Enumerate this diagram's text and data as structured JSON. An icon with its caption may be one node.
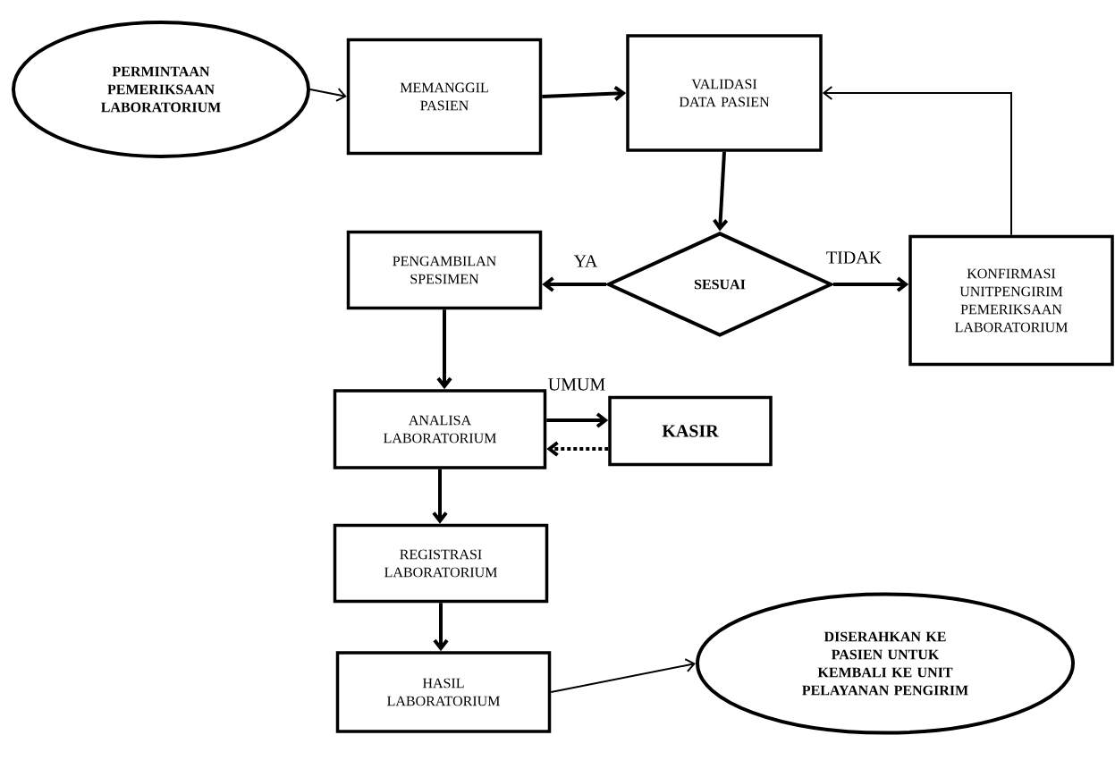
{
  "diagram": {
    "nodes": [
      {
        "text": [
          "PERMINTAAN PEMERIKSAAN LABORATORIUM"
        ]
      },
      {
        "text": [
          "MEMANGGIL PASIEN"
        ]
      },
      {
        "text": [
          "VALIDASI DATA PASIEN"
        ]
      },
      {
        "text": [
          "SESUAI"
        ]
      },
      {
        "text": [
          "PENGAMBILAN SPESIMEN"
        ]
      },
      {
        "text": [
          "KONFIRMASI UNITPENGIRIM PEMERIKSAAN LABORATORIUM"
        ]
      },
      {
        "text": [
          "ANALISA LABORATORIUM"
        ]
      },
      {
        "text": [
          "KASIR"
        ]
      },
      {
        "text": [
          "REGISTRASI LABORATORIUM"
        ]
      },
      {
        "text": [
          "HASIL LABORATORIUM"
        ]
      },
      {
        "text": [
          "DISERAHKAN KE PASIEN UNTUK KEMBALI KE UNIT PELAYANAN PENGIRIM"
        ]
      }
    ],
    "edges": [
      {
        "from": 0,
        "to": 1,
        "arrow": "to"
      },
      {
        "from": 1,
        "to": 2,
        "arrow": "to"
      },
      {
        "from": 2,
        "to": 3,
        "arrow": "to"
      },
      {
        "from": 3,
        "to": 4,
        "arrow": "to",
        "label": "YA"
      },
      {
        "from": 3,
        "to": 5,
        "arrow": "to",
        "label": "TIDAK"
      },
      {
        "from": 5,
        "to": 2,
        "arrow": "to"
      },
      {
        "from": 4,
        "to": 6,
        "arrow": "to"
      },
      {
        "from": 6,
        "to": 7,
        "arrow": "to",
        "label": "UMUM"
      },
      {
        "from": 7,
        "to": 6,
        "arrow": "to",
        "style": "dashed"
      },
      {
        "from": 6,
        "to": 8,
        "arrow": "to"
      },
      {
        "from": 8,
        "to": 9,
        "arrow": "to"
      },
      {
        "from": 9,
        "to": 10,
        "arrow": "to"
      }
    ]
  }
}
